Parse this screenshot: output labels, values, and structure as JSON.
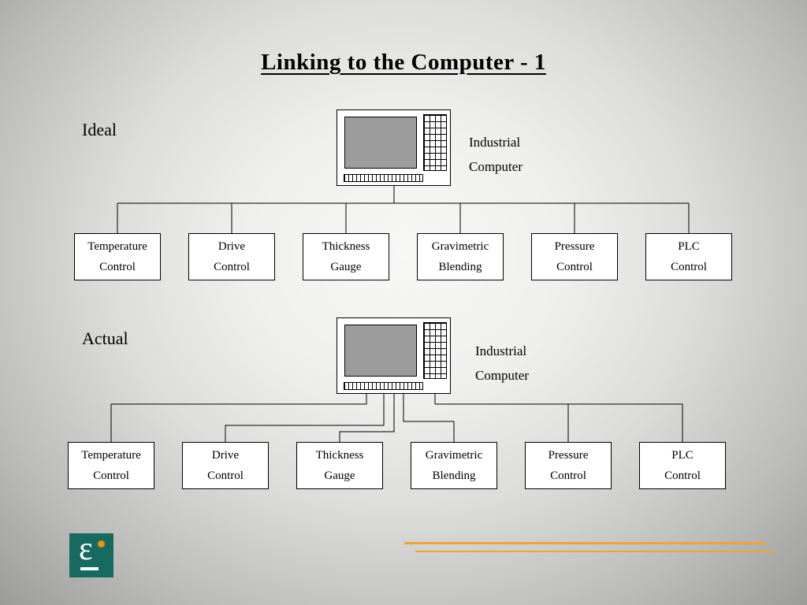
{
  "slide": {
    "title": "Linking to the Computer - 1"
  },
  "sections": {
    "ideal": {
      "label": "Ideal",
      "computer_caption_line1": "Industrial",
      "computer_caption_line2": "Computer",
      "nodes": [
        {
          "line1": "Temperature",
          "line2": "Control"
        },
        {
          "line1": "Drive",
          "line2": "Control"
        },
        {
          "line1": "Thickness",
          "line2": "Gauge"
        },
        {
          "line1": "Gravimetric",
          "line2": "Blending"
        },
        {
          "line1": "Pressure",
          "line2": "Control"
        },
        {
          "line1": "PLC",
          "line2": "Control"
        }
      ]
    },
    "actual": {
      "label": "Actual",
      "computer_caption_line1": "Industrial",
      "computer_caption_line2": "Computer",
      "nodes": [
        {
          "line1": "Temperature",
          "line2": "Control"
        },
        {
          "line1": "Drive",
          "line2": "Control"
        },
        {
          "line1": "Thickness",
          "line2": "Gauge"
        },
        {
          "line1": "Gravimetric",
          "line2": "Blending"
        },
        {
          "line1": "Pressure",
          "line2": "Control"
        },
        {
          "line1": "PLC",
          "line2": "Control"
        }
      ]
    }
  },
  "logo": {
    "glyph": "ε"
  },
  "colors": {
    "logo_teal": "#176a60",
    "accent_orange": "#f3a335",
    "screen_gray": "#9c9c9c"
  }
}
